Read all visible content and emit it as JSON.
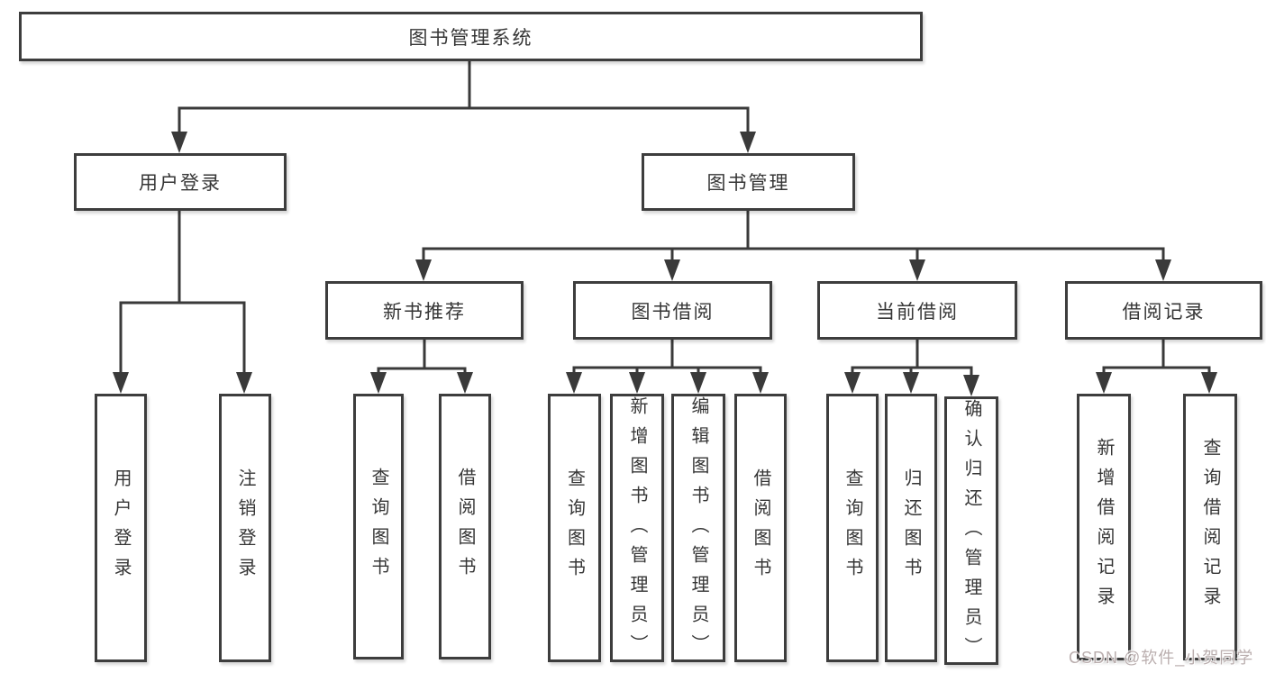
{
  "diagram": {
    "root": {
      "label": "图书管理系统"
    },
    "level2": [
      {
        "label": "用户登录"
      },
      {
        "label": "图书管理"
      }
    ],
    "level3": [
      {
        "label": "新书推荐"
      },
      {
        "label": "图书借阅"
      },
      {
        "label": "当前借阅"
      },
      {
        "label": "借阅记录"
      }
    ],
    "leaves": {
      "user_login": [
        {
          "label": "用户登录"
        },
        {
          "label": "注销登录"
        }
      ],
      "new_book": [
        {
          "label": "查询图书"
        },
        {
          "label": "借阅图书"
        }
      ],
      "book_borrow": [
        {
          "label": "查询图书"
        },
        {
          "label": "新增图书（管理员）"
        },
        {
          "label": "编辑图书（管理员）"
        },
        {
          "label": "借阅图书"
        }
      ],
      "current_borrow": [
        {
          "label": "查询图书"
        },
        {
          "label": "归还图书"
        },
        {
          "label": "确认归还（管理员）"
        }
      ],
      "borrow_record": [
        {
          "label": "新增借阅记录"
        },
        {
          "label": "查询借阅记录"
        }
      ]
    }
  },
  "watermark": {
    "text": "CSDN @软件_小贺同学"
  },
  "colors": {
    "line": "#3a3a3a",
    "border": "#3d3d3d",
    "text": "#363636",
    "background": "#ffffff",
    "watermark": "#b0a3a3"
  }
}
